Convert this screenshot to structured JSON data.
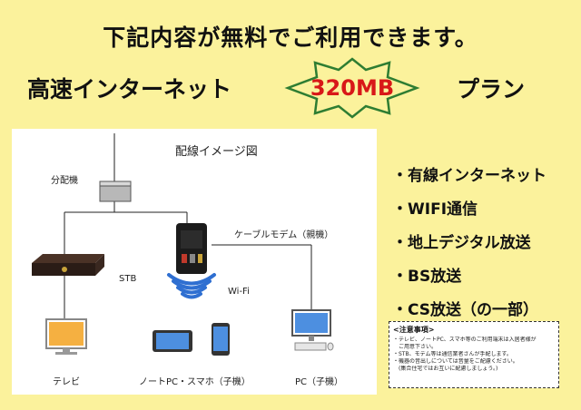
{
  "header": {
    "headline": "下記内容が無料でご利用できます。",
    "plan_prefix": "高速インターネット",
    "speed_badge": "320MB",
    "plan_suffix": "プラン"
  },
  "diagram": {
    "title": "配線イメージ図",
    "labels": {
      "splitter": "分配機",
      "modem": "ケーブルモデム（親機）",
      "stb": "STB",
      "wifi": "Wi-Fi",
      "tv": "テレビ",
      "mobile": "ノートPC・スマホ（子機）",
      "pc": "PC（子機）"
    }
  },
  "features": [
    "・有線インターネット",
    "・WIFI通信",
    "・地上デジタル放送",
    "・BS放送",
    "・CS放送（の一部）"
  ],
  "notes": {
    "title": "<注意事項>",
    "lines": [
      "・テレビ、ノートPC、スマホ等のご利用端末は入居者様が",
      "　ご用意下さい。",
      "・STB、モデム等は通信業者さんが手配します。",
      "・機器の音出しについては音量をご配慮ください。",
      "　(集合住宅ではお互いに配慮しましょう。)"
    ]
  },
  "colors": {
    "background": "#fbf29c",
    "badge_text": "#d81818",
    "badge_fill": "#fbf29c",
    "wifi_arcs": "#2f6fd1",
    "tv_screen": "#f5b041",
    "device_screen": "#4d8fe0"
  }
}
